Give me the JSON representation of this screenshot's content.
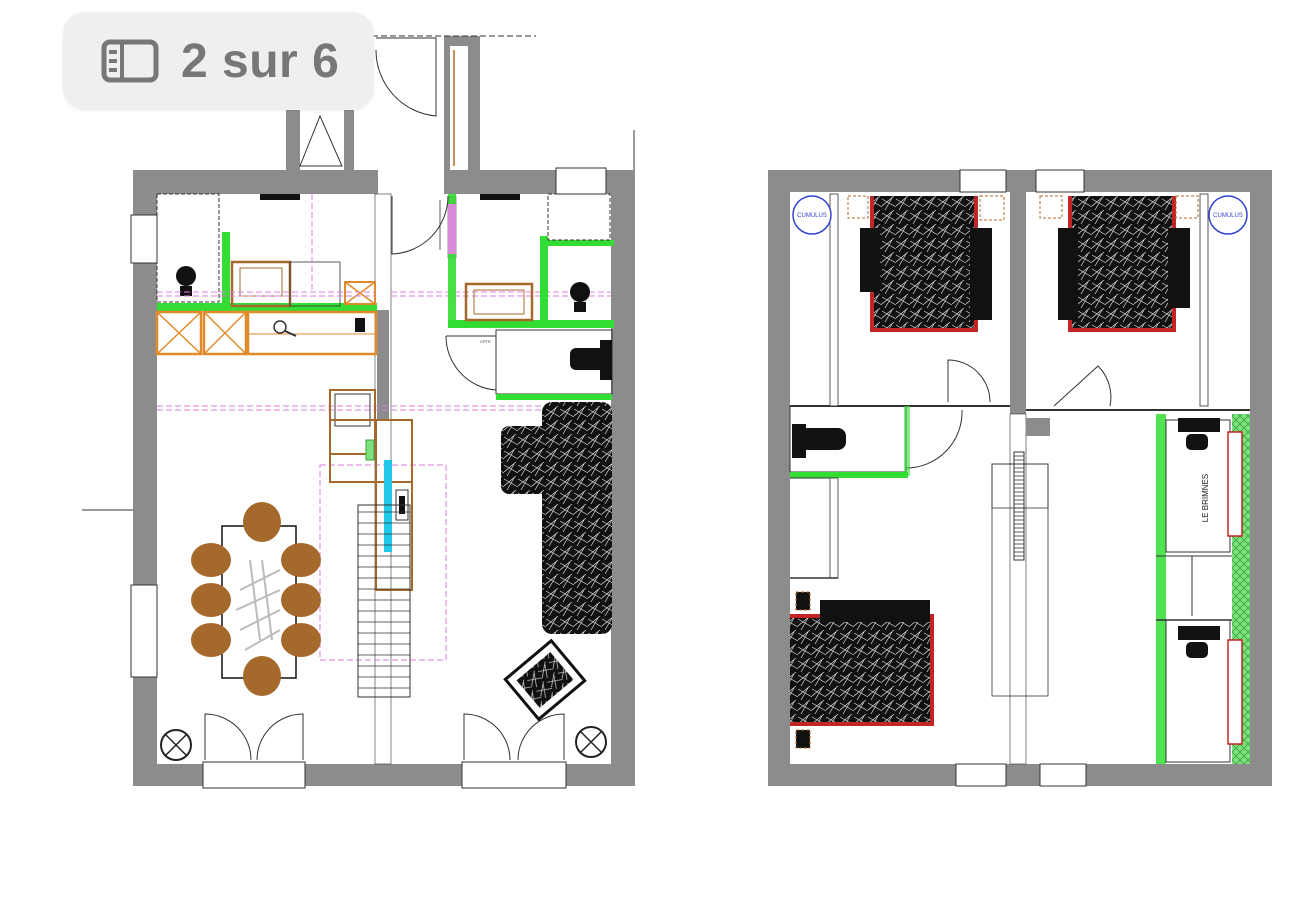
{
  "viewer": {
    "page_indicator": "2 sur 6",
    "page_indicator_icon": "sidebar-icon",
    "current_page": 2,
    "total_pages": 6
  },
  "floor_plan_left": {
    "rooms": [
      "kitchen-dining",
      "living-room",
      "stairs",
      "shower-room",
      "toilet"
    ]
  },
  "floor_plan_right": {
    "rooms": [
      "bedroom-1",
      "bedroom-2",
      "bedroom-3",
      "wc",
      "corridor",
      "storage"
    ],
    "labels": {
      "tank_left": "CUMULUS",
      "tank_right": "CUMULUS",
      "storage_note": "LE BRIMNES"
    }
  },
  "colors": {
    "wall": "#8c8c8c",
    "green_partition": "#33dd33",
    "orange_cabinet": "#e08a2a",
    "brown_furniture": "#a5692c",
    "pink_dashed": "#e07be0",
    "cyan_stair": "#22c8e8",
    "bed_frame": "#c12525",
    "label_blue": "#3344cc"
  }
}
